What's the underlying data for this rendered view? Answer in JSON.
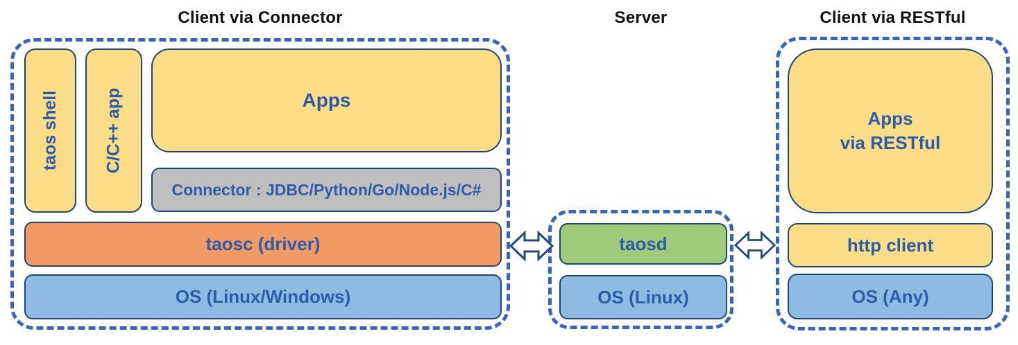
{
  "diagram": {
    "sections": {
      "left": {
        "title": "Client via Connector"
      },
      "server": {
        "title": "Server"
      },
      "right": {
        "title": "Client via RESTful"
      }
    },
    "boxes": {
      "taos_shell": "taos shell",
      "cpp_app": "C/C++ app",
      "apps": "Apps",
      "connector": "Connector : JDBC/Python/Go/Node.js/C#",
      "taosc": "taosc (driver)",
      "os_client": "OS (Linux/Windows)",
      "taosd": "taosd",
      "os_server": "OS (Linux)",
      "apps_rest_line1": "Apps",
      "apps_rest_line2": "via RESTful",
      "http_client": "http client",
      "os_any": "OS (Any)"
    },
    "icons": {
      "left_arrow": "bidirectional-arrow",
      "right_arrow": "bidirectional-arrow"
    },
    "colors": {
      "box_yellow": "#FBDD87",
      "box_orange": "#F19A63",
      "box_blue": "#8FBBE2",
      "box_green": "#9ECB79",
      "box_gray": "#BFBFBF",
      "box_border_navy": "#1F4572",
      "dashed_border_blue": "#3765BB",
      "label_text_blue": "#2D5BA9",
      "title_text": "#111111",
      "arrow_outline": "#24477A"
    }
  }
}
